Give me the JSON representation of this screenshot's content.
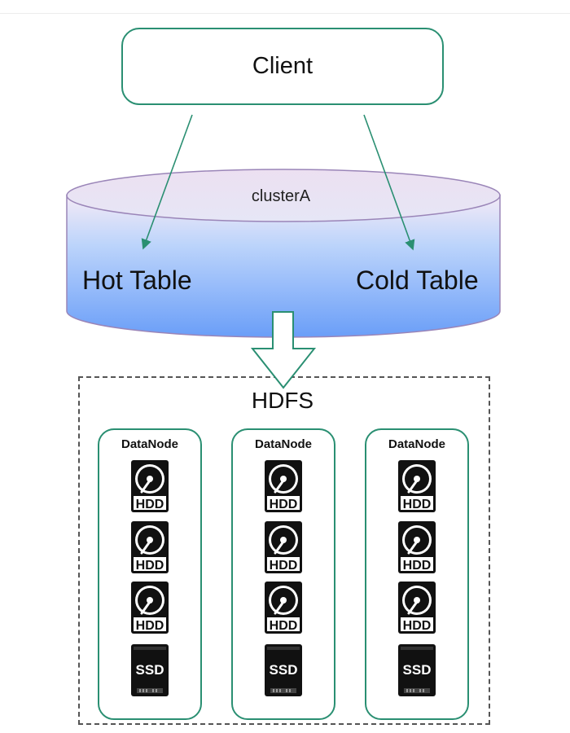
{
  "client": {
    "label": "Client"
  },
  "cluster": {
    "name": "clusterA",
    "hot_table": "Hot Table",
    "cold_table": "Cold Table"
  },
  "hdfs": {
    "label": "HDFS",
    "datanodes": [
      {
        "title": "DataNode",
        "disks": [
          "HDD",
          "HDD",
          "HDD",
          "SSD"
        ]
      },
      {
        "title": "DataNode",
        "disks": [
          "HDD",
          "HDD",
          "HDD",
          "SSD"
        ]
      },
      {
        "title": "DataNode",
        "disks": [
          "HDD",
          "HDD",
          "HDD",
          "SSD"
        ]
      }
    ]
  },
  "colors": {
    "accent_green": "#2a8f72",
    "cylinder_top": "#efe6f3",
    "cylinder_bottom": "#6a9ef8",
    "cylinder_stroke": "#9a85b8"
  }
}
